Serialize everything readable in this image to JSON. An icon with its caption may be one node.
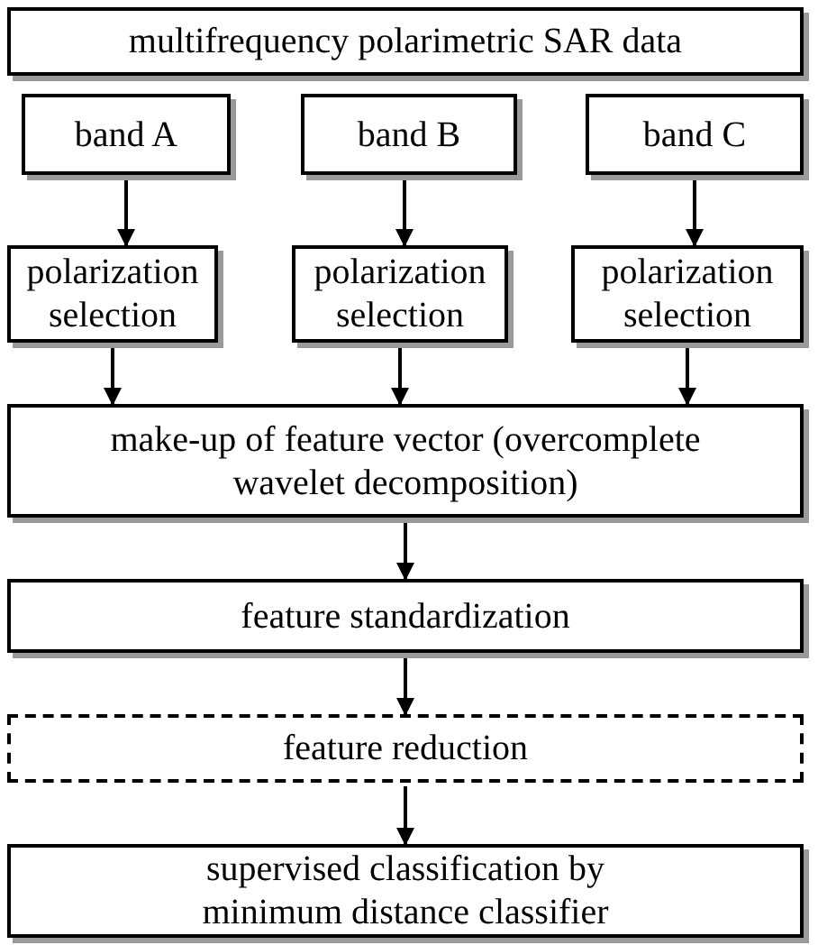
{
  "diagram": {
    "nodes": [
      {
        "text": [
          "multifrequency polarimetric SAR data"
        ]
      },
      {
        "text": [
          "band A"
        ]
      },
      {
        "text": [
          "band B"
        ]
      },
      {
        "text": [
          "band C"
        ]
      },
      {
        "text": [
          "polarization selection"
        ]
      },
      {
        "text": [
          "polarization selection"
        ]
      },
      {
        "text": [
          "polarization selection"
        ]
      },
      {
        "text": [
          "make-up of feature vector (overcomplete wavelet decomposition)"
        ]
      },
      {
        "text": [
          "feature standardization"
        ]
      },
      {
        "text": [
          "feature reduction"
        ]
      },
      {
        "text": [
          "supervised classification by minimum distance classifier"
        ]
      }
    ],
    "edges": [
      {
        "from": 1,
        "to": 4,
        "arrow": "to"
      },
      {
        "from": 2,
        "to": 5,
        "arrow": "to"
      },
      {
        "from": 3,
        "to": 6,
        "arrow": "to"
      },
      {
        "from": 4,
        "to": 7,
        "arrow": "to"
      },
      {
        "from": 5,
        "to": 7,
        "arrow": "to"
      },
      {
        "from": 6,
        "to": 7,
        "arrow": "to"
      },
      {
        "from": 7,
        "to": 8,
        "arrow": "to"
      },
      {
        "from": 8,
        "to": 9,
        "arrow": "to"
      },
      {
        "from": 9,
        "to": 10,
        "arrow": "to"
      }
    ]
  }
}
